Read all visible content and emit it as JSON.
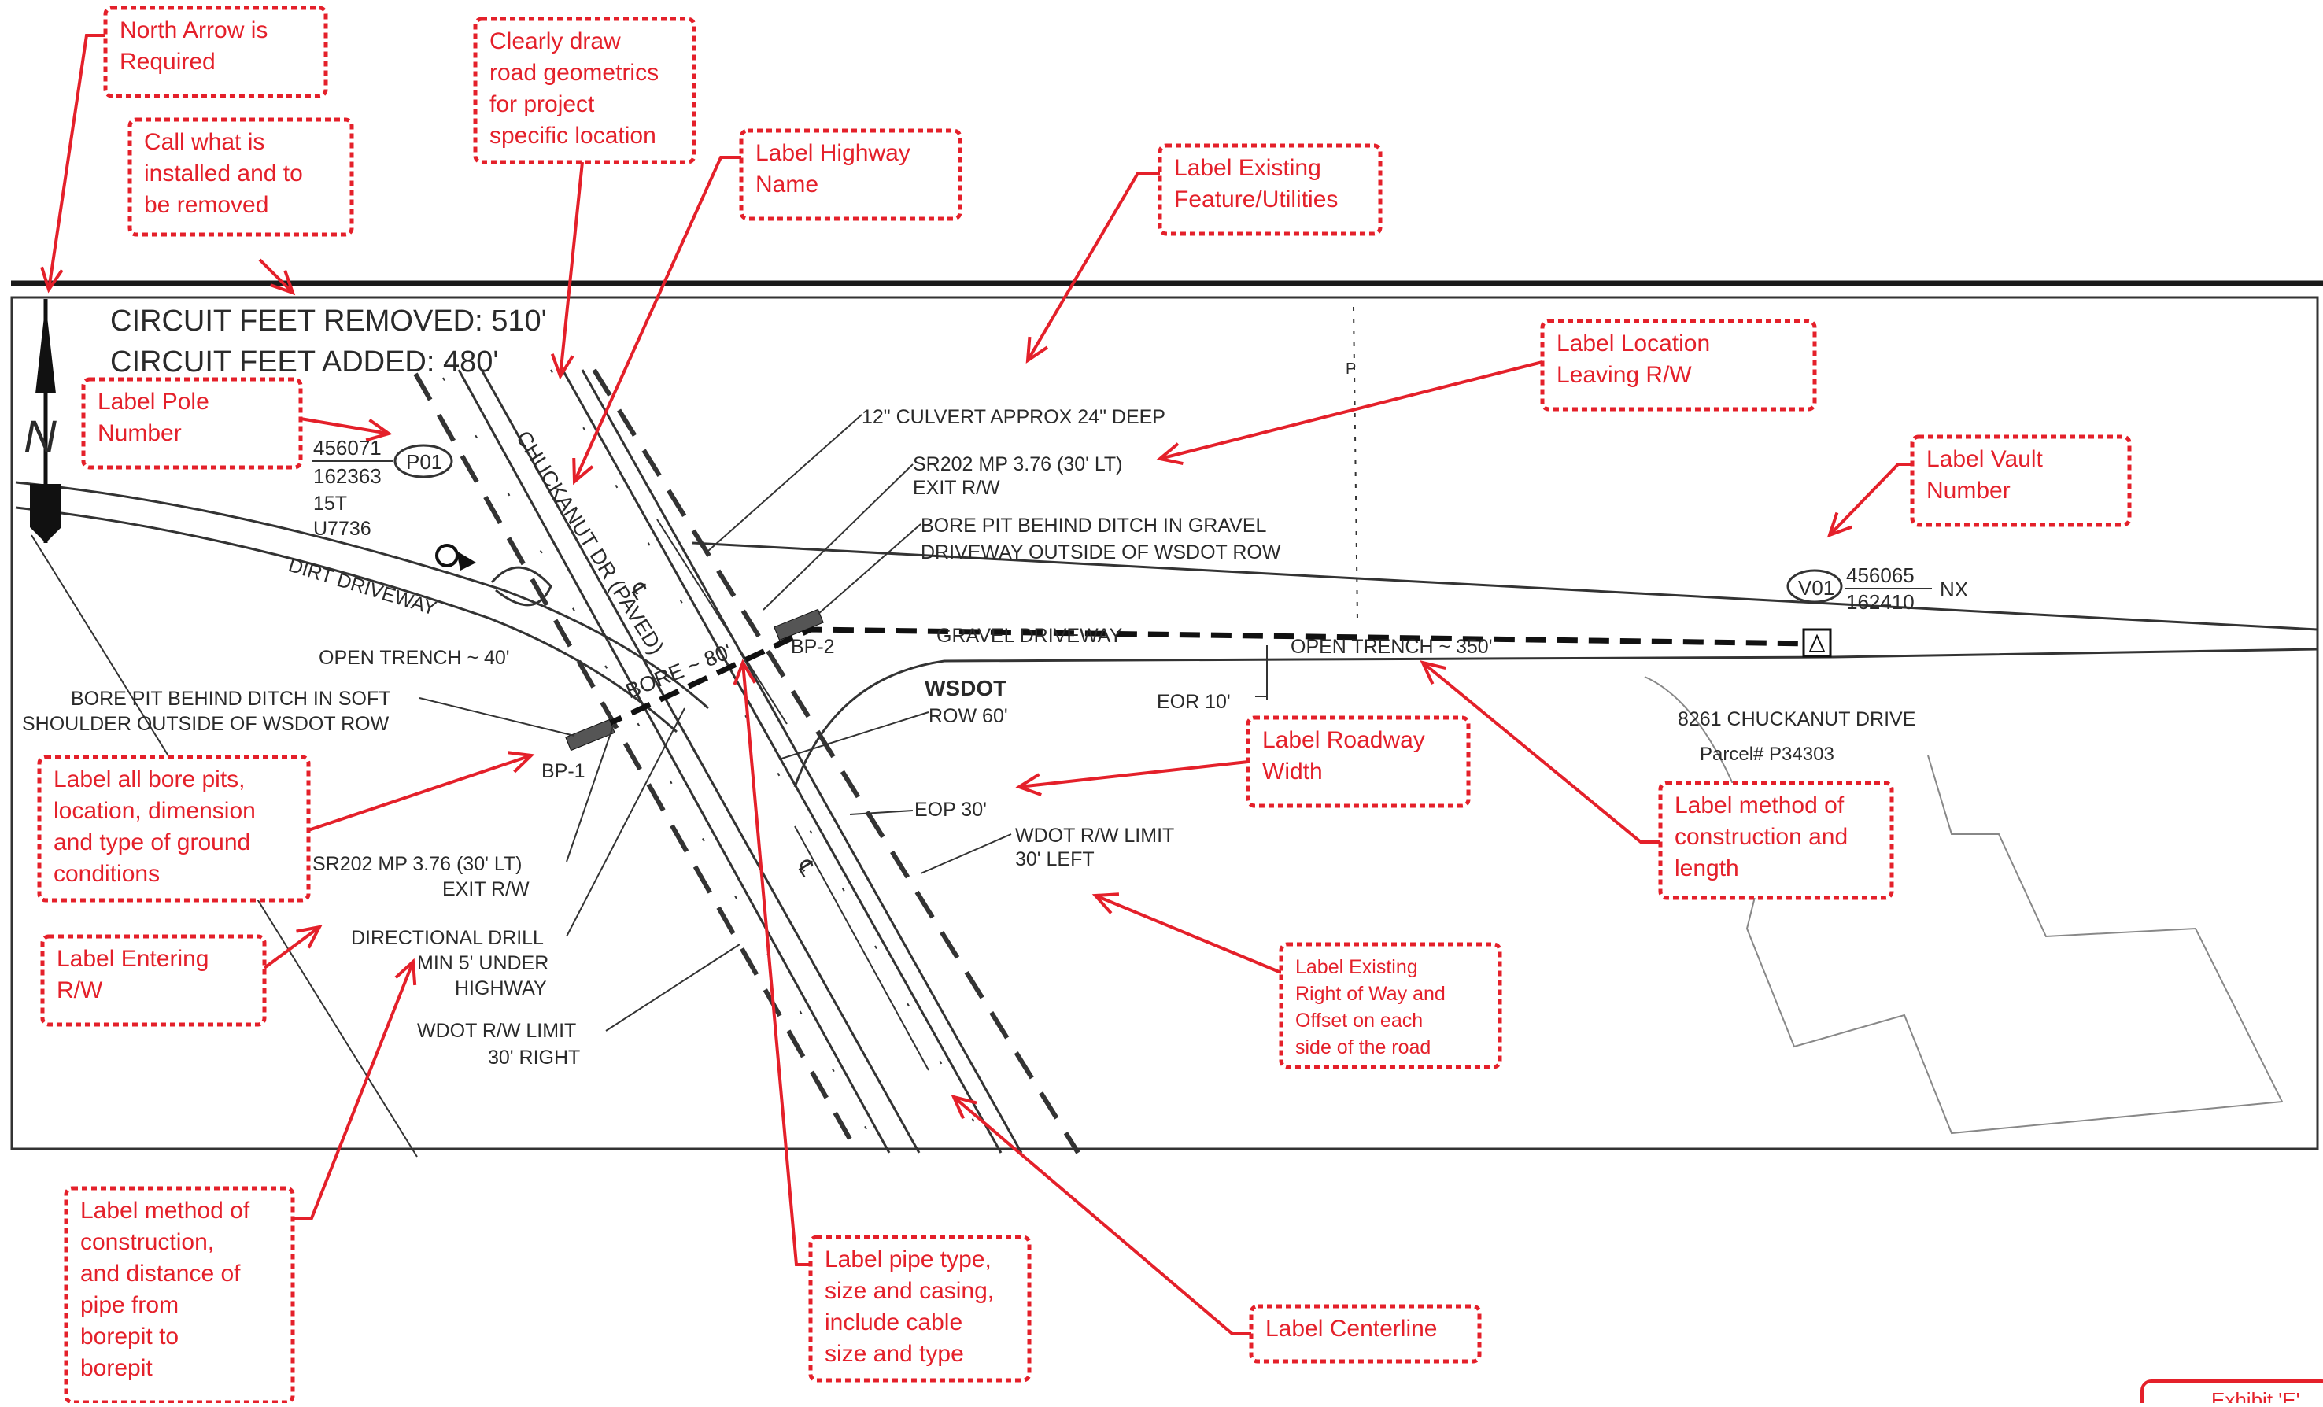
{
  "plan": {
    "circuit_removed": "CIRCUIT FEET REMOVED: 510'",
    "circuit_added": "CIRCUIT FEET ADDED: 480'",
    "north_letter": "N",
    "pole_number_top": "456071",
    "pole_number_bottom": "162363",
    "pole_tag": "P01",
    "pole_size": "15T",
    "pole_id": "U7736",
    "dirt_driveway": "DIRT DRIVEWAY",
    "road_name": "CHUCKANUT DR (PAVED)",
    "bore_label": "BORE ~ 80'",
    "culvert": "12\" CULVERT APPROX 24\" DEEP",
    "exit_rw_top_1": "SR202 MP 3.76 (30' LT)",
    "exit_rw_top_2": "EXIT R/W",
    "bore_pit_gravel_1": "BORE PIT BEHIND DITCH IN GRAVEL",
    "bore_pit_gravel_2": "DRIVEWAY OUTSIDE OF WSDOT ROW",
    "open_trench_40": "OPEN TRENCH ~ 40'",
    "bore_pit_soft_1": "BORE PIT BEHIND DITCH IN SOFT",
    "bore_pit_soft_2": "SHOULDER OUTSIDE OF WSDOT ROW",
    "bp1": "BP-1",
    "bp2": "BP-2",
    "gravel_driveway": "GRAVEL DRIVEWAY",
    "open_trench_350": "OPEN TRENCH ~ 350'",
    "vault_tag": "V01",
    "vault_number_top": "456065",
    "vault_number_bottom": "162410",
    "vault_suffix": "NX",
    "wsdot": "WSDOT",
    "row_60": "ROW 60'",
    "eor_10": "EOR 10'",
    "eop_30": "EOP 30'",
    "wdot_left_1": "WDOT R/W LIMIT",
    "wdot_left_2": "30' LEFT",
    "exit_rw_low_1": "SR202 MP 3.76 (30' LT)",
    "exit_rw_low_2": "EXIT R/W",
    "drill_1": "DIRECTIONAL DRILL",
    "drill_2": "MIN 5' UNDER",
    "drill_3": "HIGHWAY",
    "wdot_right_1": "WDOT R/W LIMIT",
    "wdot_right_2": "30' RIGHT",
    "address": "8261 CHUCKANUT DRIVE",
    "parcel": "Parcel# P34303",
    "cl_symbol": "℄",
    "line_tag": "P",
    "exhibit": "Exhibit 'E'"
  },
  "callouts": {
    "north_arrow": [
      "North Arrow is",
      "Required"
    ],
    "call_installed": [
      "Call what is",
      "installed and to",
      "be removed"
    ],
    "road_geometrics": [
      "Clearly draw",
      "road geometrics",
      "for project",
      "specific location"
    ],
    "highway_name": [
      "Label Highway",
      "Name"
    ],
    "existing_features": [
      "Label Existing",
      "Feature/Utilities"
    ],
    "location_leaving": [
      "Label Location",
      "Leaving R/W"
    ],
    "pole_number": [
      "Label Pole",
      "Number"
    ],
    "vault_number": [
      "Label Vault",
      "Number"
    ],
    "bore_pits": [
      "Label all bore pits,",
      "location, dimension",
      "and type of ground",
      "conditions"
    ],
    "entering_rw": [
      "Label Entering",
      "R/W"
    ],
    "roadway_width": [
      "Label Roadway",
      "Width"
    ],
    "method_length": [
      "Label method of",
      "construction and",
      "length"
    ],
    "existing_row": [
      "Label Existing",
      "Right of Way and",
      "Offset on each",
      "side of the road"
    ],
    "method_distance": [
      "Label method of",
      "construction,",
      "and distance of",
      "pipe from",
      "borepit to",
      "borepit"
    ],
    "pipe_type": [
      "Label pipe type,",
      "size and casing,",
      "include cable",
      "size and type"
    ],
    "centerline": [
      "Label Centerline"
    ]
  },
  "colors": {
    "markup": "#e4202a",
    "drawing": "#2a2a2a"
  }
}
